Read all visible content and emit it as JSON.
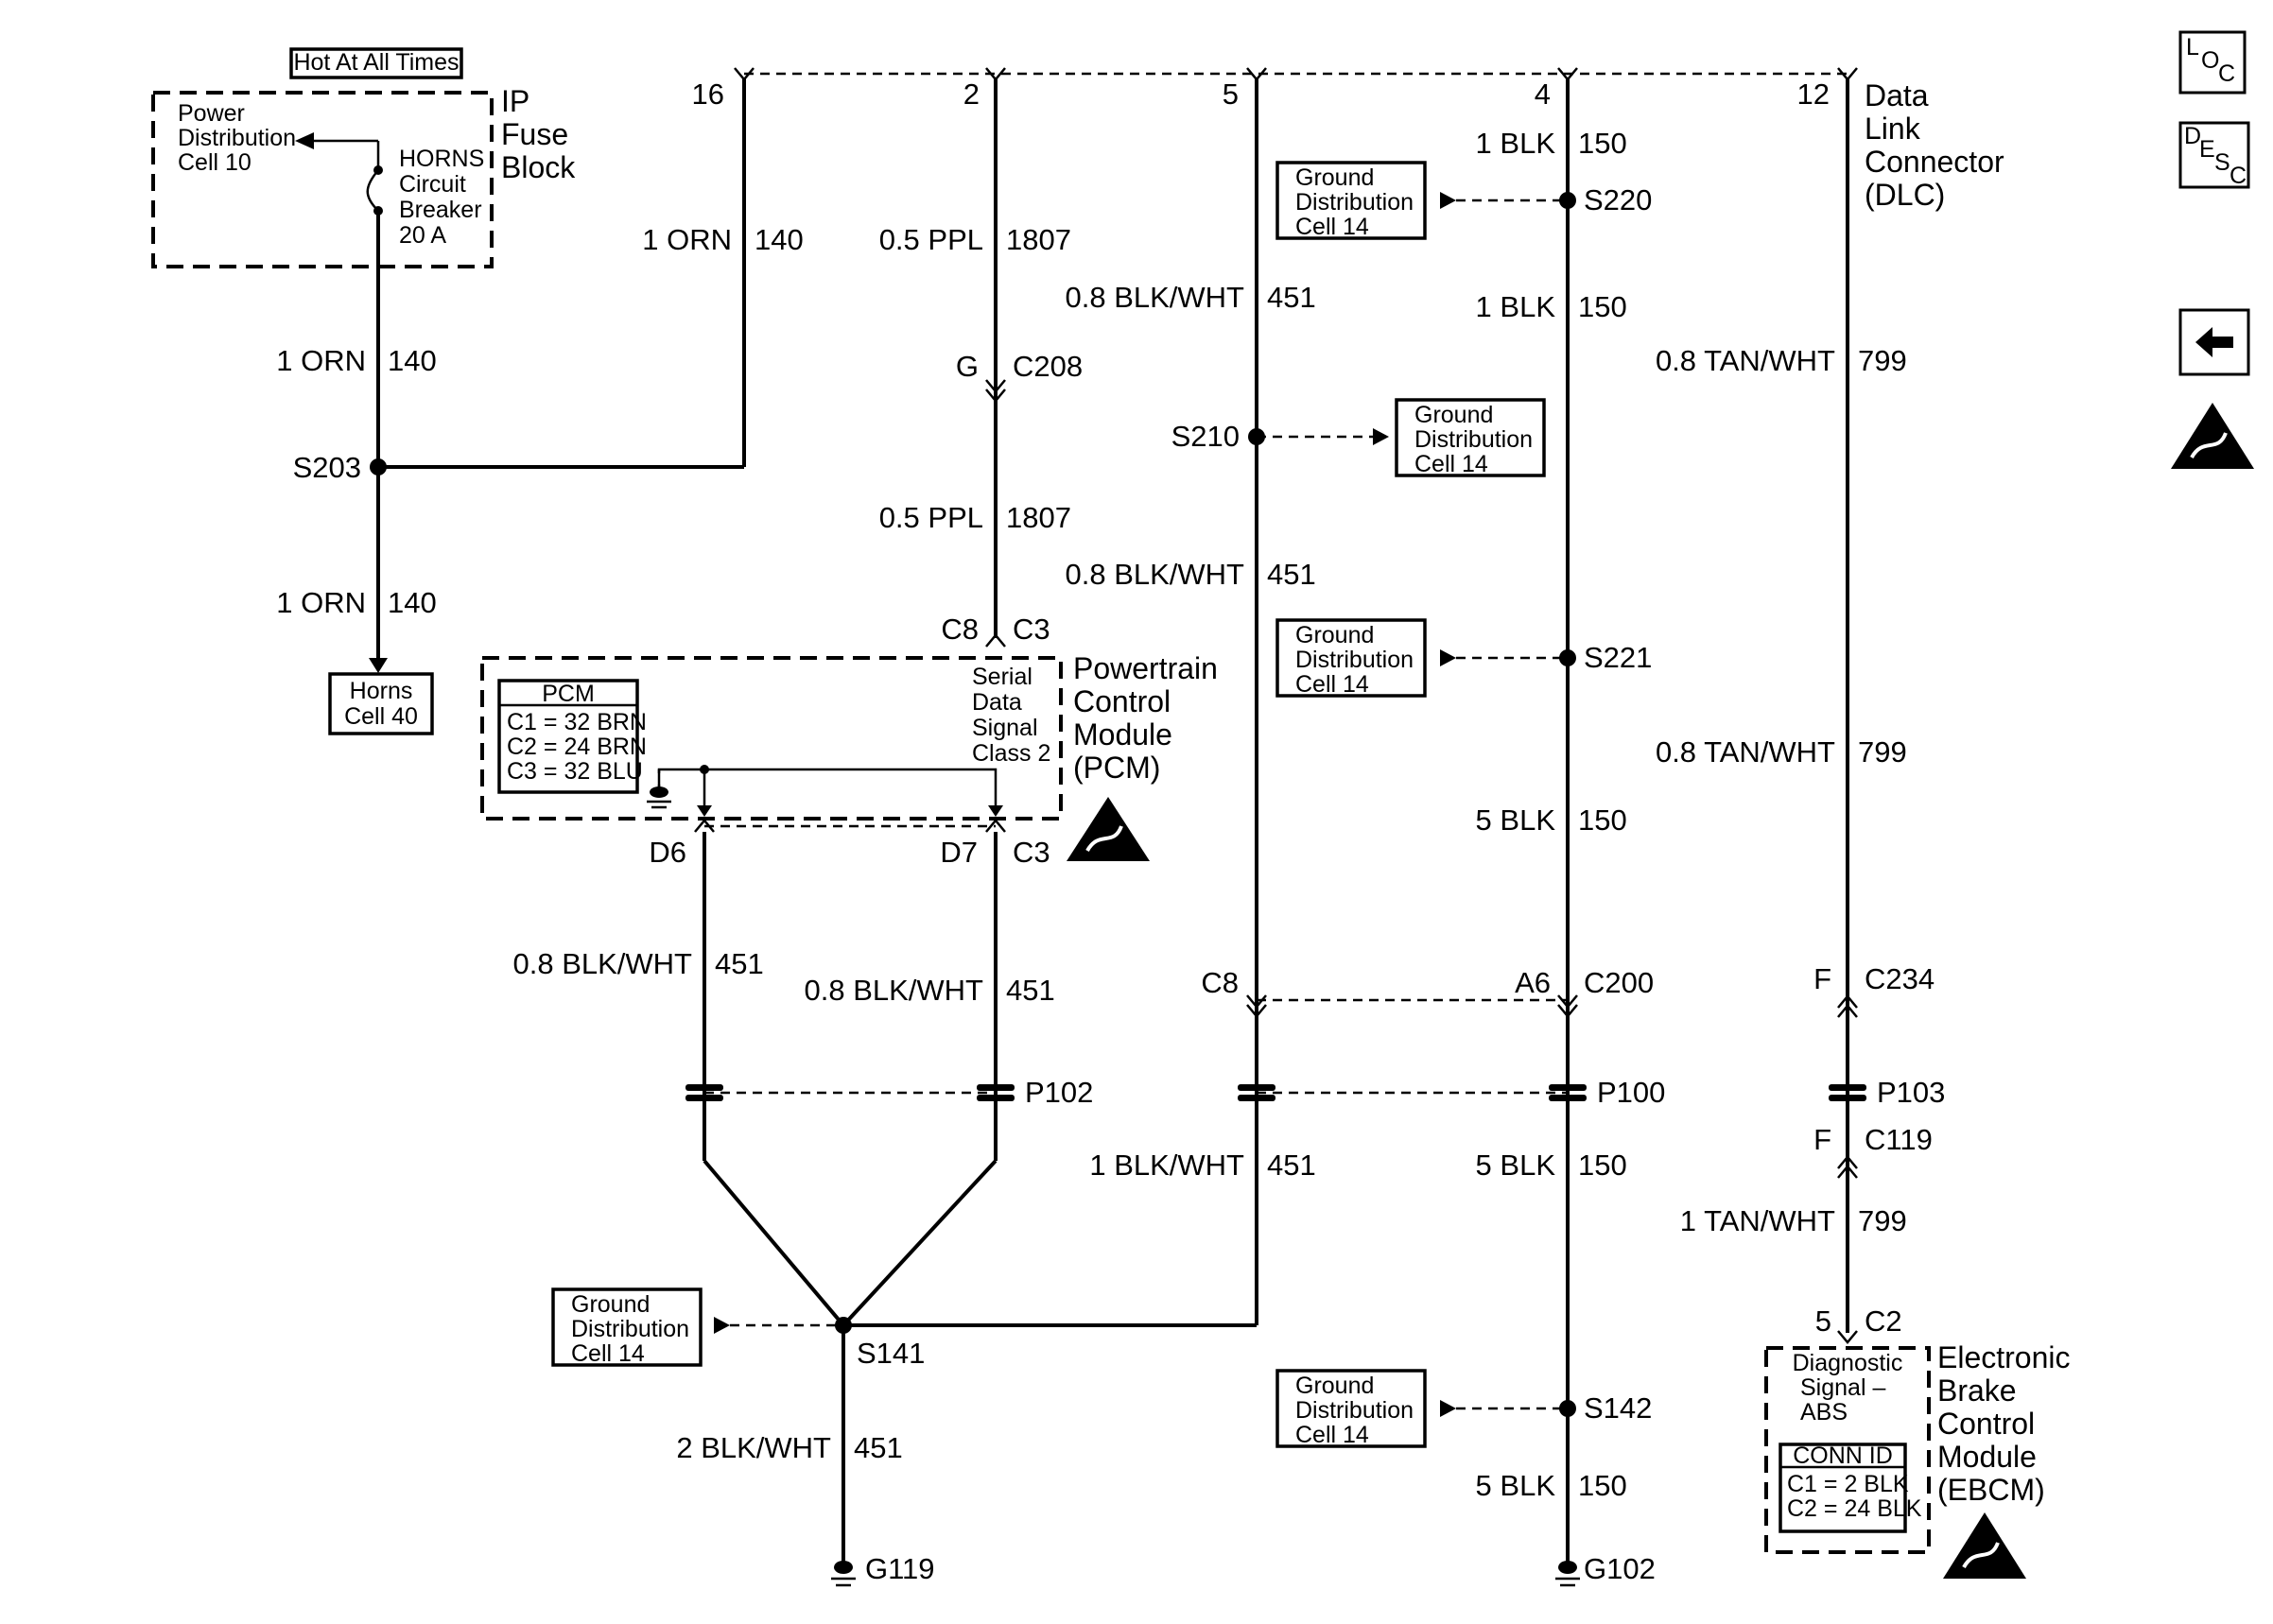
{
  "fuse_block": {
    "hot_label": "Hot At All Times",
    "title": [
      "IP",
      "Fuse",
      "Block"
    ],
    "power_dist": [
      "Power",
      "Distribution",
      "Cell 10"
    ],
    "breaker": [
      "HORNS",
      "Circuit",
      "Breaker",
      "20 A"
    ]
  },
  "horns": [
    "Horns",
    "Cell 40"
  ],
  "dlc": {
    "title": [
      "Data",
      "Link",
      "Connector",
      "(DLC)"
    ],
    "pins": [
      "16",
      "2",
      "5",
      "4",
      "12"
    ]
  },
  "pcm": {
    "title": [
      "Powertrain",
      "Control",
      "Module",
      "(PCM)"
    ],
    "conn_title": "PCM",
    "conn": [
      "C1 = 32 BRN",
      "C2 = 24 BRN",
      "C3 = 32 BLU"
    ],
    "signal": [
      "Serial",
      "Data",
      "Signal",
      "Class 2"
    ]
  },
  "ebcm": {
    "title": [
      "Electronic",
      "Brake",
      "Control",
      "Module",
      "(EBCM)"
    ],
    "signal": [
      "Diagnostic",
      "Signal –",
      "ABS"
    ],
    "conn_title": "CONN ID",
    "conn": [
      "C1 = 2 BLK",
      "C2 = 24 BLK"
    ]
  },
  "ground_dist": [
    "Ground",
    "Distribution",
    "Cell 14"
  ],
  "wires": {
    "orn_size": "1 ORN",
    "orn_ckt": "140",
    "ppl_size": "0.5 PPL",
    "ppl_ckt": "1807",
    "bw08_size": "0.8 BLK/WHT",
    "bw1_size": "1 BLK/WHT",
    "bw2_size": "2 BLK/WHT",
    "bw_ckt": "451",
    "blk1_size": "1 BLK",
    "blk5_size": "5 BLK",
    "blk_ckt": "150",
    "tan08_size": "0.8 TAN/WHT",
    "tan1_size": "1 TAN/WHT",
    "tan_ckt": "799"
  },
  "connectors": {
    "c208_pin": "G",
    "c208": "C208",
    "c8": "C8",
    "c3": "C3",
    "d6": "D6",
    "d7": "D7",
    "c200_pin": "A6",
    "c200": "C200",
    "c234_pin": "F",
    "c234": "C234",
    "c119_pin": "F",
    "c119": "C119",
    "c2_pin": "5",
    "c2": "C2",
    "p100": "P100",
    "p102": "P102",
    "p103": "P103"
  },
  "splices": {
    "s203": "S203",
    "s210": "S210",
    "s220": "S220",
    "s221": "S221",
    "s141": "S141",
    "s142": "S142"
  },
  "grounds": {
    "g119": "G119",
    "g102": "G102"
  },
  "side_icons": [
    "loc-icon",
    "desc-icon",
    "back-arrow-icon",
    "esd-warning-icon"
  ],
  "side_text": {
    "loc": [
      "L",
      "O",
      "C"
    ],
    "desc": [
      "D",
      "E",
      "S",
      "C"
    ]
  }
}
